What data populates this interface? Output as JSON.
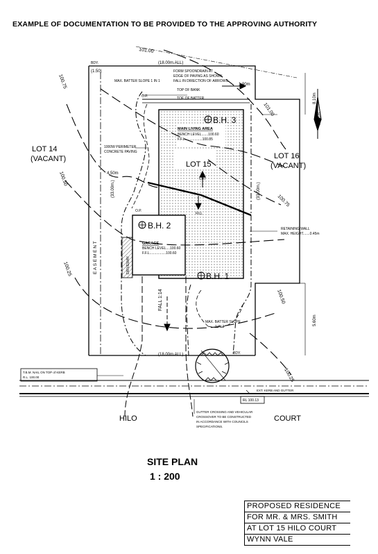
{
  "header": "EXAMPLE OF DOCUMENTATION TO BE PROVIDED TO THE APPROVING AUTHORITY",
  "lots": {
    "lot14": [
      "LOT 14",
      "(VACANT)"
    ],
    "lot15": "LOT 15",
    "lot16": [
      "LOT 16",
      "(VACANT)"
    ]
  },
  "boreholes": [
    "B.H. 3",
    "B.H. 2",
    "B.H. 1"
  ],
  "contours": [
    "101.00",
    "100.75",
    "101.00",
    "100.50",
    "100.75",
    "100.25",
    "100.50",
    "100.25"
  ],
  "dimensions": {
    "top_width": "(18.00m.ALL)",
    "bottom_width": "(18.00m.ALL)",
    "left_depth": "(33.00m.)",
    "right_depth": "(33.00m.)",
    "front_setback": "1.90m",
    "side_setback": "4.50m",
    "rear_dim": "8.10m",
    "right_lower": "5.60m",
    "top_left": "(1.50)"
  },
  "notes": {
    "spoon_drain": [
      "FORM SPOONDRAIN AT",
      "EDGE OF PAVING AS SHOWN.",
      "FALL IN DIRECTION OF ARROWS."
    ],
    "batter_top": "MAX. BATTER SLOPE 1 IN 1",
    "top_of_bank": "TOP OF BANK",
    "toe_of_batter": "TOE OF BATTER",
    "paving": [
      "1000W PERIMETER",
      "CONCRETE PAVING"
    ],
    "main_living": [
      "MAIN LIVING AREA",
      "BENCH LEVEL.......100.60",
      "F.F.L..................100.85"
    ],
    "garage": [
      "GARAGE",
      "BENCH LEVEL....100.60",
      "F.F.L.................100.60"
    ],
    "retaining_wall": [
      "RETAINING WALL",
      "MAX. HEIGHT.......0.45m"
    ],
    "batter_bottom": [
      "MAX. BATTER SLOPE",
      "1 IN 2"
    ],
    "fall": "FALL 1:14",
    "cut": "CUT",
    "fill": "FILL",
    "driveway": "DRIVEWAY",
    "easement": "E A S E M E N T",
    "tbm": [
      "T.B.M. NAIL ON TOP of KERB",
      "R.L. 100.00"
    ],
    "kerb": "EXT. KERB AND GUTTER",
    "rl": "RL 100.13",
    "crossing": [
      "GUTTER CROSSING AND VEHICULAR",
      "CROSSOVER TO BE CONSTRUCTED",
      "IN ACCORDANCE WITH COUNCILS",
      "SPECIFICATIONS."
    ],
    "bdy": "BDY.",
    "op": "O.P.",
    "north": "NORTH"
  },
  "street": [
    "HILO",
    "COURT"
  ],
  "site_plan_title": "SITE PLAN",
  "scale": "1 : 200",
  "title_block": [
    "PROPOSED RESIDENCE",
    "FOR MR. & MRS. SMITH",
    "AT LOT 15 HILO COURT",
    "WYNN VALE"
  ]
}
